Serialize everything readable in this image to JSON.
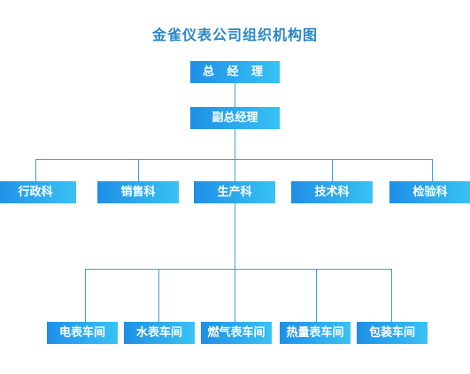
{
  "title": "金雀仪表公司组织机构图",
  "general_manager": "总 经 理",
  "deputy_manager": "副总经理",
  "departments": [
    "行政科",
    "销售科",
    "生产科",
    "技术科",
    "检验科"
  ],
  "workshops": [
    "电表车间",
    "水表车间",
    "燃气表车间",
    "热量表车间",
    "包装车间"
  ],
  "colors": {
    "title": "#2a86c7",
    "node_gradient_start": "#1f8fe6",
    "node_gradient_end": "#38c2f4",
    "connector": "#3aa1e2"
  }
}
